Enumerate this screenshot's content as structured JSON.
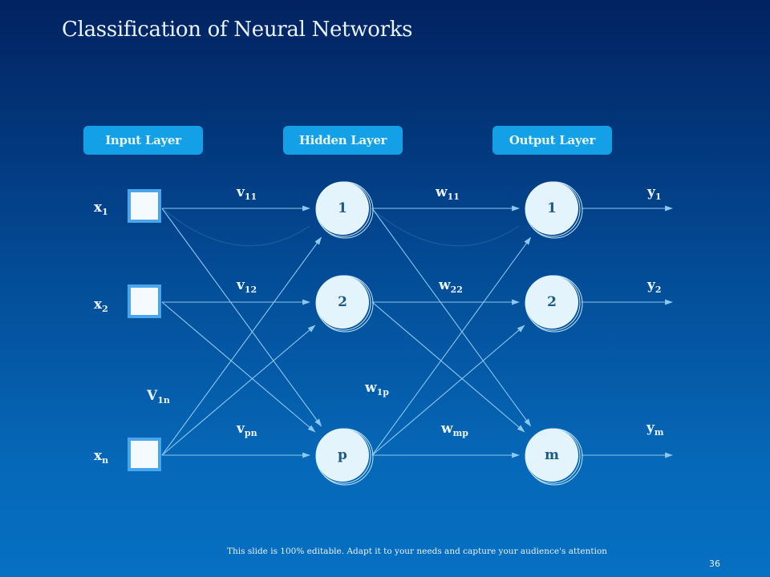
{
  "slide": {
    "title": "Classification of Neural Networks",
    "footer_text": "This slide is 100% editable. Adapt it to your needs and capture your audience's attention",
    "page_number": "36"
  },
  "layers": [
    {
      "label": "Input Layer"
    },
    {
      "label": "Hidden Layer"
    },
    {
      "label": "Output Layer"
    }
  ],
  "inputs": [
    {
      "var": "x",
      "sub": "1"
    },
    {
      "var": "x",
      "sub": "2"
    },
    {
      "var": "x",
      "sub": "n"
    }
  ],
  "hidden_nodes": [
    {
      "label": "1"
    },
    {
      "label": "2"
    },
    {
      "label": "p"
    }
  ],
  "output_nodes": [
    {
      "label": "1"
    },
    {
      "label": "2"
    },
    {
      "label": "m"
    }
  ],
  "outputs": [
    {
      "var": "y",
      "sub": "1"
    },
    {
      "var": "y",
      "sub": "2"
    },
    {
      "var": "y",
      "sub": "m"
    }
  ],
  "input_weights": [
    {
      "var": "v",
      "sub": "11"
    },
    {
      "var": "v",
      "sub": "12"
    },
    {
      "var": "V",
      "sub": "1n"
    },
    {
      "var": "v",
      "sub": "pn"
    }
  ],
  "hidden_weights": [
    {
      "var": "w",
      "sub": "11"
    },
    {
      "var": "w",
      "sub": "22"
    },
    {
      "var": "w",
      "sub": "1p"
    },
    {
      "var": "w",
      "sub": "mp"
    }
  ],
  "connections": {
    "input_to_hidden": [
      [
        0,
        0
      ],
      [
        0,
        2
      ],
      [
        1,
        1
      ],
      [
        1,
        2
      ],
      [
        2,
        0
      ],
      [
        2,
        1
      ],
      [
        2,
        2
      ]
    ],
    "hidden_to_output": [
      [
        0,
        0
      ],
      [
        0,
        2
      ],
      [
        1,
        1
      ],
      [
        1,
        2
      ],
      [
        2,
        0
      ],
      [
        2,
        1
      ],
      [
        2,
        2
      ]
    ]
  },
  "colors": {
    "line": "#8cc8f0",
    "node_fill": "#e3f4fc",
    "node_text": "#1e5a86",
    "button": "#14a0e6",
    "input_box_border": "#4aa6ec",
    "input_box_fill": "#f4faff"
  }
}
